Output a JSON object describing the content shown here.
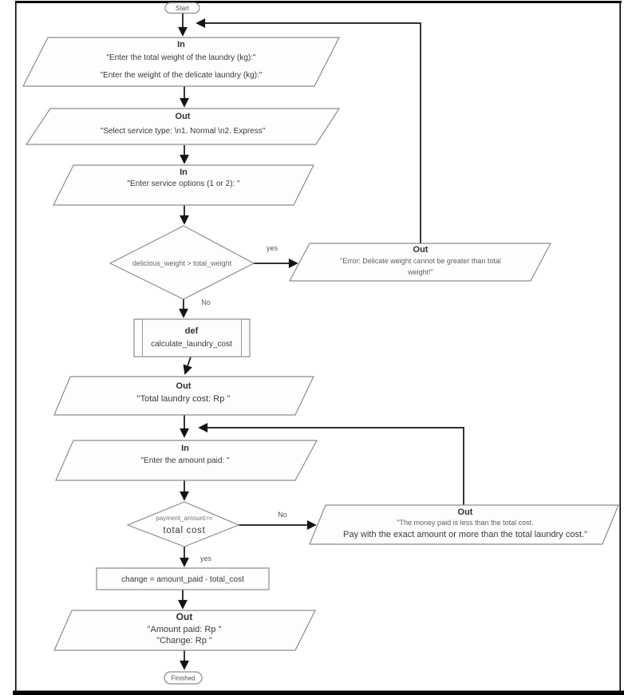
{
  "flowchart": {
    "start": {
      "label": "Start"
    },
    "input_weights": {
      "title": "In",
      "line1": "\"Enter the total weight of the laundry (kg):\"",
      "line2": "\"Enter the weight of the delicate laundry (kg):\""
    },
    "out_service_menu": {
      "title": "Out",
      "line1": "\"Select service type: \\n1. Normal \\n2. Express\""
    },
    "input_service_option": {
      "title": "In",
      "line1": "\"Enter service options (1 or 2): \""
    },
    "decision_weight": {
      "condition": "delicious_weight > total_weight",
      "yes_label": "yes",
      "no_label": "No"
    },
    "out_weight_error": {
      "title": "Out",
      "line1": "\"Error: Delicate weight cannot be greater than total",
      "line2": "weight!\""
    },
    "subroutine_cost": {
      "title": "def",
      "name": "calculate_laundry_cost"
    },
    "out_total_cost": {
      "title": "Out",
      "line1": "\"Total laundry cost: Rp \""
    },
    "input_amount_paid": {
      "title": "In",
      "line1": "\"Enter the amount paid: \""
    },
    "decision_payment": {
      "condition_line1": "payment_amount>=",
      "condition_line2": "total cost",
      "yes_label": "yes",
      "no_label": "No"
    },
    "out_payment_error": {
      "title": "Out",
      "line1": "\"The money paid is less than the total cost.",
      "line2": "Pay with the exact amount or more than the total laundry cost.\""
    },
    "process_change": {
      "expression": "change = amount_paid - total_cost"
    },
    "out_result": {
      "title": "Out",
      "line1": "\"Amount paid: Rp \"",
      "line2": "\"Change: Rp \""
    },
    "finished": {
      "label": "Finished"
    }
  },
  "colors": {
    "shape_stroke": "#8c8c8c",
    "connector": "#141414",
    "text": "#3a3a3a",
    "muted_text": "#666666",
    "frame": "#000000",
    "shape_fill": "#fdfdfd"
  }
}
